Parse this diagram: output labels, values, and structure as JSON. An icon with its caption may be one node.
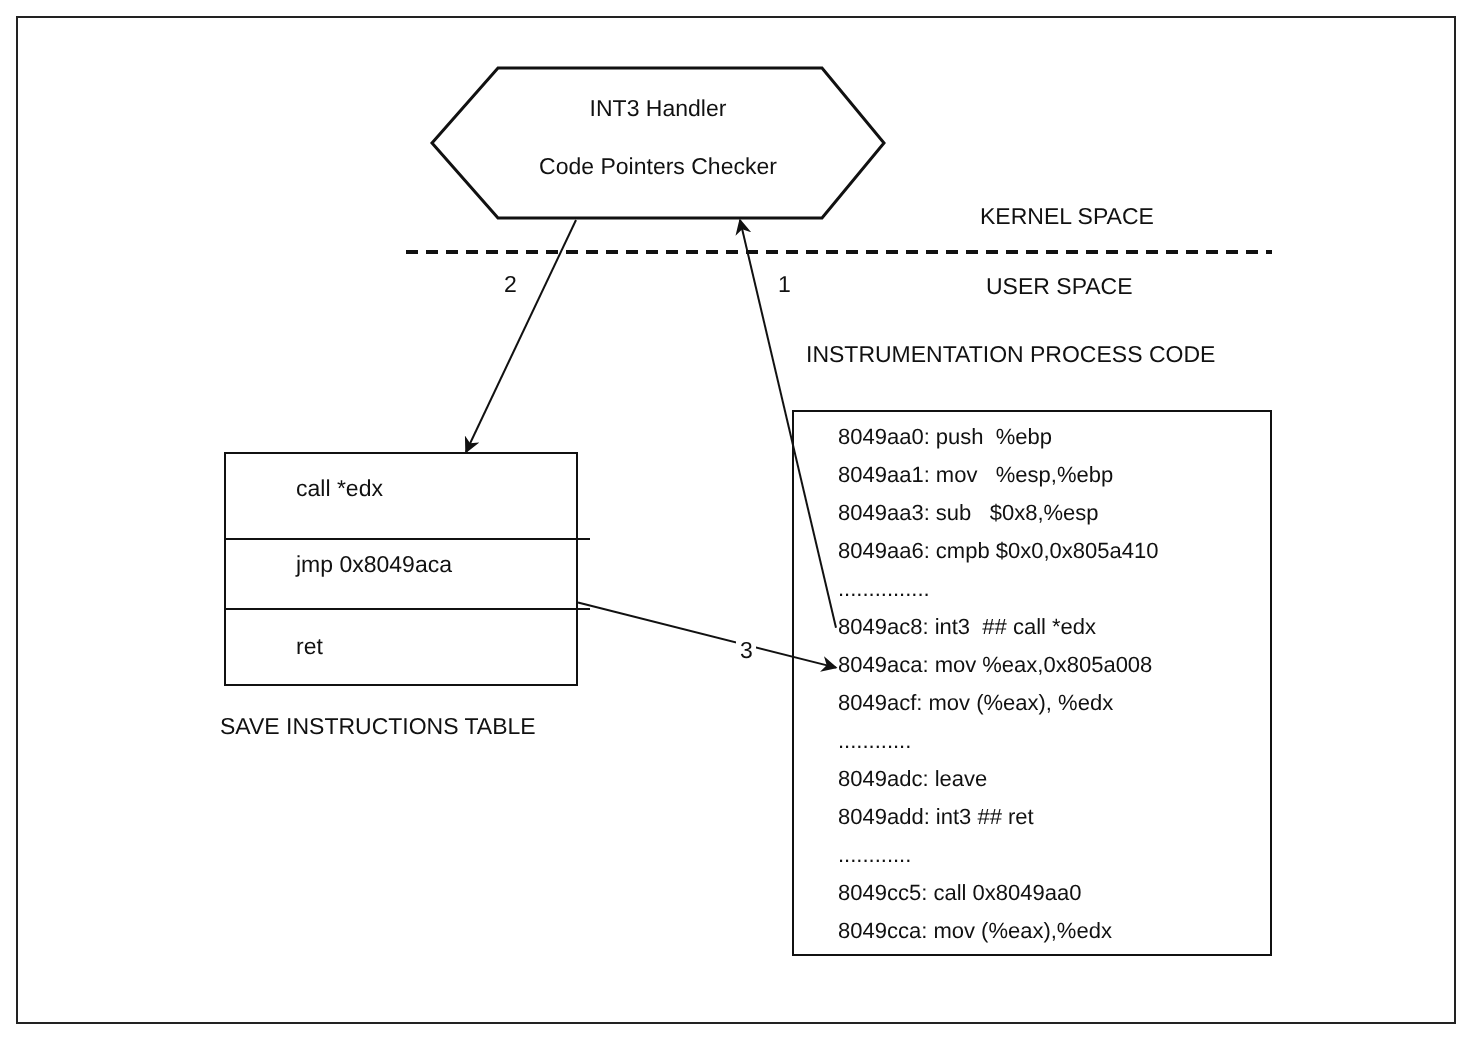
{
  "diagram": {
    "nodes": [
      {
        "text": [
          "INT3 Handler",
          "Code Pointers Checker"
        ]
      },
      {
        "text": [],
        "shape": "box",
        "beside": [
          "SAVE INSTRUCTIONS TABLE"
        ]
      },
      {
        "text": [
          "call *edx"
        ],
        "in": 1
      },
      {
        "text": [
          "jmp 0x8049aca"
        ],
        "in": 1
      },
      {
        "text": [
          "ret"
        ],
        "in": 1
      },
      {
        "text": [],
        "shape": "box",
        "beside": [
          "INSTRUMENTATION PROCESS CODE"
        ]
      },
      {
        "text": [
          "8049aa0: push  %ebp"
        ],
        "in": 5
      },
      {
        "text": [
          "8049aa1: mov   %esp,%ebp"
        ],
        "in": 5
      },
      {
        "text": [
          "8049aa3: sub   $0x8,%esp"
        ],
        "in": 5
      },
      {
        "text": [
          "8049aa6: cmpb $0x0,0x805a410"
        ],
        "in": 5
      },
      {
        "text": [
          "..............."
        ],
        "in": 5
      },
      {
        "text": [
          "8049ac8: int3  ## call *edx"
        ],
        "in": 5
      },
      {
        "text": [
          "8049aca: mov %eax,0x805a008"
        ],
        "in": 5
      },
      {
        "text": [
          "8049acf: mov (%eax), %edx"
        ],
        "in": 5
      },
      {
        "text": [
          "............"
        ],
        "in": 5
      },
      {
        "text": [
          "8049adc: leave"
        ],
        "in": 5
      },
      {
        "text": [
          "8049add: int3 ## ret"
        ],
        "in": 5
      },
      {
        "text": [
          "............"
        ],
        "in": 5
      },
      {
        "text": [
          "8049cc5: call 0x8049aa0"
        ],
        "in": 5
      },
      {
        "text": [
          "8049cca: mov (%eax),%edx"
        ],
        "in": 5
      }
    ],
    "edges": [
      {
        "from": 11,
        "to": 0,
        "arrow": "to",
        "label": "1"
      },
      {
        "from": 0,
        "to": 1,
        "arrow": "to",
        "label": "2"
      },
      {
        "from": 3,
        "to": 12,
        "arrow": "to",
        "label": "3"
      }
    ],
    "labels": [
      "KERNEL SPACE",
      "USER SPACE"
    ]
  }
}
